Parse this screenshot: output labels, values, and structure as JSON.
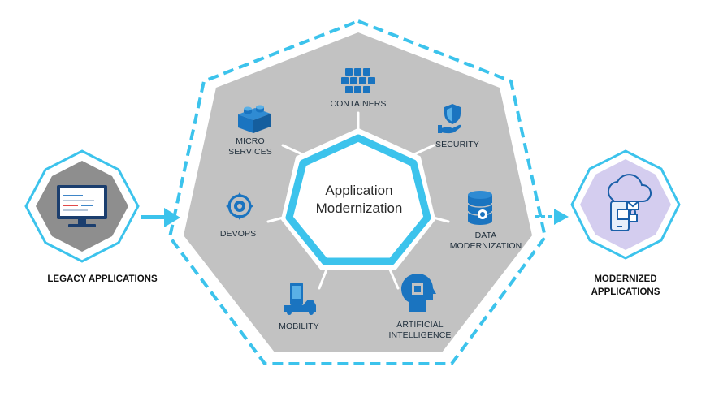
{
  "center": {
    "line1": "Application",
    "line2": "Modernization"
  },
  "legacy": {
    "label": "LEGACY APPLICATIONS"
  },
  "modernized": {
    "line1": "MODERNIZED",
    "line2": "APPLICATIONS"
  },
  "capabilities": {
    "containers": {
      "label": "CONTAINERS",
      "icon": "containers-icon"
    },
    "security": {
      "label": "SECURITY",
      "icon": "shield-hand-icon"
    },
    "data": {
      "line1": "DATA",
      "line2": "MODERNIZATION",
      "icon": "database-icon"
    },
    "ai": {
      "line1": "ARTIFICIAL",
      "line2": "INTELLIGENCE",
      "icon": "ai-head-icon"
    },
    "mobility": {
      "label": "MOBILITY",
      "icon": "mobility-icon"
    },
    "devops": {
      "label": "DEVOPS",
      "icon": "devops-gear-icon"
    },
    "micro": {
      "line1": "MICRO",
      "line2": "SERVICES",
      "icon": "lego-block-icon"
    }
  },
  "colors": {
    "accent": "#3cc3ec",
    "icon_blue": "#1a74c0",
    "panel_gray": "#c2c2c2",
    "inner_gray": "#8e8e8e",
    "lavender": "#d4cdef"
  }
}
